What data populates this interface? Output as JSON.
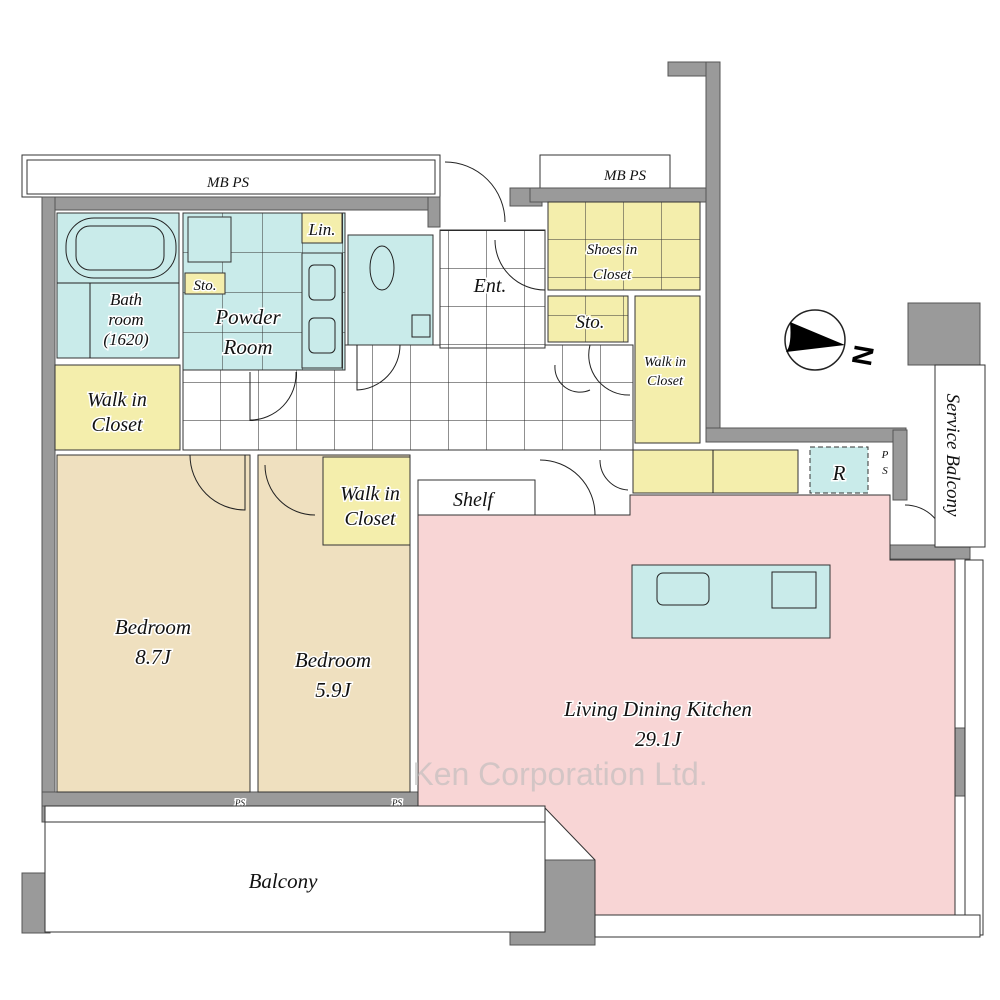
{
  "plan": {
    "mb_ps_left": "MB  PS",
    "mb_ps_right": "MB  PS",
    "bathroom": [
      "Bath",
      "room",
      "(1620)"
    ],
    "storage_small": "Sto.",
    "powder_room": [
      "Powder",
      "Room"
    ],
    "linen": "Lin.",
    "entrance": "Ent.",
    "shoes_closet": [
      "Shoes in",
      "Closet"
    ],
    "storage": "Sto.",
    "walk_in_closet_right": [
      "Walk in",
      "Closet"
    ],
    "walk_in_closet_left": [
      "Walk in",
      "Closet"
    ],
    "walk_in_closet_mid": [
      "Walk in",
      "Closet"
    ],
    "shelf": "Shelf",
    "refrigerator": "R",
    "ps_small": [
      "P",
      "S"
    ],
    "service_balcony": "Service Balcony",
    "compass": "N",
    "bedroom1": {
      "name": "Bedroom",
      "size": "8.7J"
    },
    "bedroom2": {
      "name": "Bedroom",
      "size": "5.9J"
    },
    "ldk": {
      "name": "Living Dining Kitchen",
      "size": "29.1J"
    },
    "ps_bottom1": "PS",
    "ps_bottom2": "PS",
    "balcony": "Balcony",
    "watermark": "Ken Corporation Ltd."
  },
  "colors": {
    "closet": "#f4eeac",
    "wet_area": "#c9ebea",
    "ldk": "#f8d5d5",
    "bedroom": "#efe0bf",
    "wall": "#9a9a9a"
  }
}
